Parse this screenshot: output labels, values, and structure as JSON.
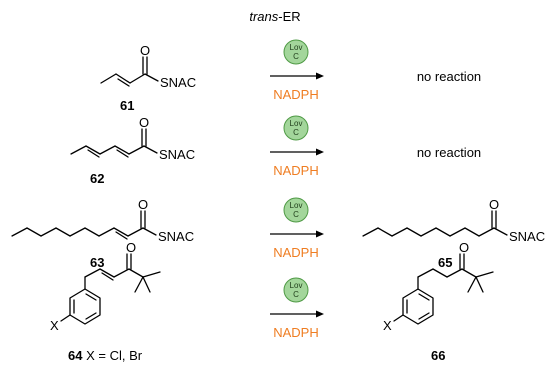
{
  "header": {
    "enzyme_italic": "trans",
    "enzyme_rest": "-ER"
  },
  "colors": {
    "cofactor": "#ef7d22",
    "badge_fill": "#a3d69b",
    "badge_stroke": "#4f9a45"
  },
  "atoms": {
    "oxygen": "O",
    "snac": "SNAC",
    "halogen": "X"
  },
  "compounds": {
    "c61": "61",
    "c62": "62",
    "c63": "63",
    "c64_num": "64",
    "c64_sub": " X = Cl, Br",
    "c65": "65",
    "c66": "66"
  },
  "reactions": [
    {
      "badge_top": "Lov",
      "badge_bottom": "C",
      "cofactor": "NADPH",
      "result": "no reaction"
    },
    {
      "badge_top": "Lov",
      "badge_bottom": "C",
      "cofactor": "NADPH",
      "result": "no reaction"
    },
    {
      "badge_top": "Lov",
      "badge_bottom": "C",
      "cofactor": "NADPH",
      "result": ""
    },
    {
      "badge_top": "Lov",
      "badge_bottom": "C",
      "cofactor": "NADPH",
      "result": ""
    }
  ]
}
